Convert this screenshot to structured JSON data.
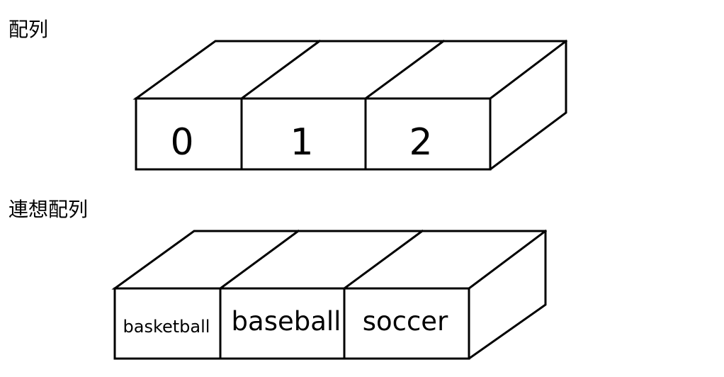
{
  "sections": {
    "array": {
      "title": "配列",
      "cells": [
        "0",
        "1",
        "2"
      ]
    },
    "associative_array": {
      "title": "連想配列",
      "cells": [
        "basketball",
        "baseball",
        "soccer"
      ]
    }
  },
  "colors": {
    "stroke": "#000000",
    "background": "#ffffff",
    "text": "#000000"
  }
}
